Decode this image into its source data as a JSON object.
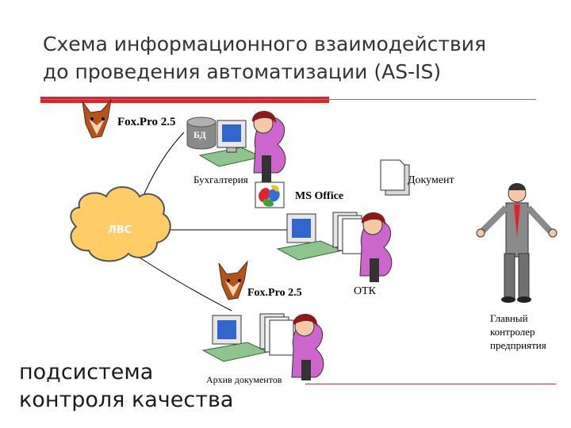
{
  "title": {
    "line1": "Схема информационного взаимодействия",
    "line2": "до проведения автоматизации (AS-IS)"
  },
  "labels": {
    "foxpro_top": "Fox.Pro 2.5",
    "db": "БД",
    "accounting": "Бухгалтерия",
    "document": "Документ",
    "ms_office": "MS Office",
    "lan": "ЛВС",
    "foxpro_bottom": "Fox.Pro 2.5",
    "otk": "ОТК",
    "controller_line1": "Главный",
    "controller_line2": "контролер",
    "controller_line3": "предприятия",
    "archive": "Архив документов"
  },
  "subsystem": {
    "line1": "подсистема",
    "line2": "контроля качества"
  },
  "colors": {
    "accent_red": "#e3232b",
    "cloud_fill": "#ffcc66",
    "woman_top": "#cc66cc",
    "woman_hair": "#8b1a1a",
    "monitor_screen": "#3366cc",
    "fox": "#b4541a"
  }
}
